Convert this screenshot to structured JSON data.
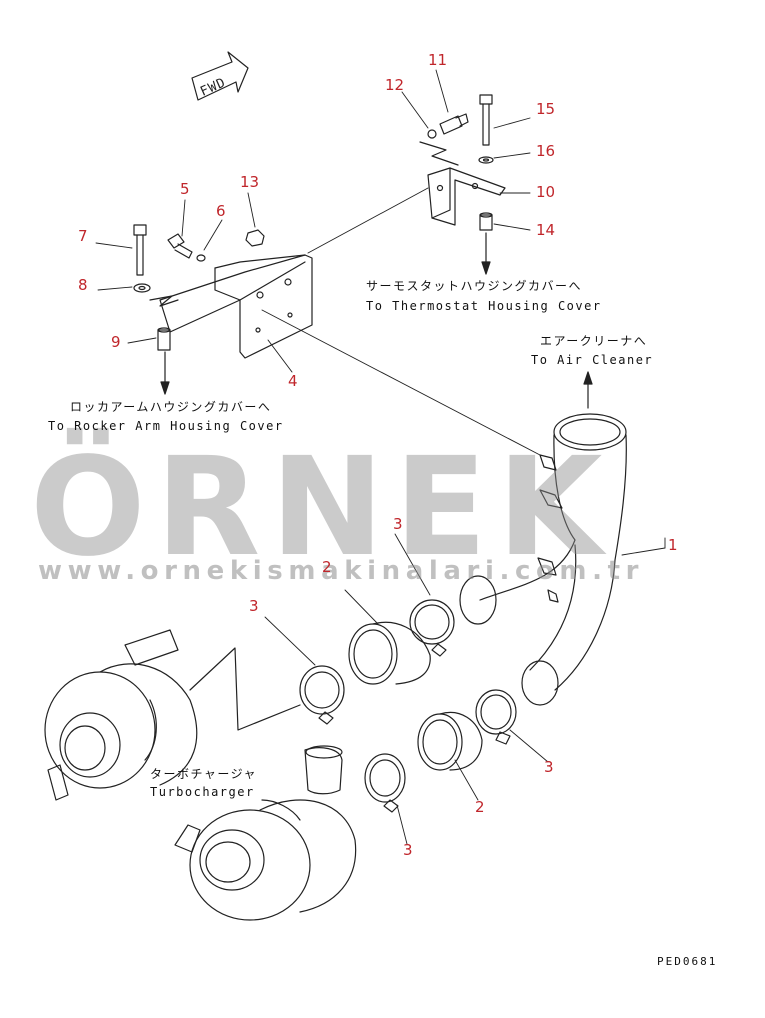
{
  "diagram": {
    "fwd_label": "FWD",
    "drawing_code": "PED0681",
    "watermark": {
      "brand": "ÖRNEK",
      "url": "www.ornekismakinalari.com.tr"
    },
    "notes": {
      "thermostat_jp": "サーモスタットハウジングカバーへ",
      "thermostat_en": "To Thermostat Housing Cover",
      "air_cleaner_jp": "エアークリーナへ",
      "air_cleaner_en": "To Air Cleaner",
      "rocker_jp": "ロッカアームハウジングカバーへ",
      "rocker_en": "To Rocker Arm Housing Cover",
      "turbo_jp": "ターボチャージャ",
      "turbo_en": "Turbocharger"
    },
    "part_numbers": {
      "p1": "1",
      "p2a": "2",
      "p2b": "2",
      "p3a": "3",
      "p3b": "3",
      "p3c": "3",
      "p3d": "3",
      "p4": "4",
      "p5": "5",
      "p6": "6",
      "p7": "7",
      "p8": "8",
      "p9": "9",
      "p10": "10",
      "p11": "11",
      "p12": "12",
      "p13": "13",
      "p14": "14",
      "p15": "15",
      "p16": "16"
    }
  }
}
